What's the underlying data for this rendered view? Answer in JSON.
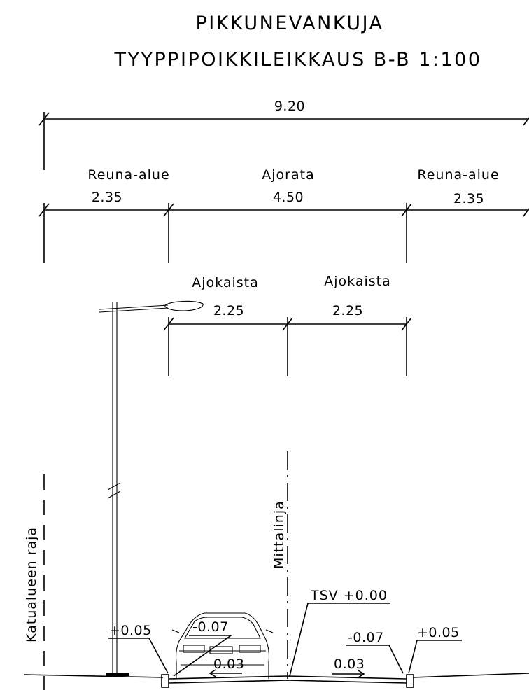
{
  "title": "PIKKUNEVANKUJA",
  "subtitle": "TYYPPIPOIKKILEIKKAUS B-B  1:100",
  "dimensions": {
    "total": "9.20",
    "zones": [
      {
        "label": "Reuna-alue",
        "value": "2.35"
      },
      {
        "label": "Ajorata",
        "value": "4.50"
      },
      {
        "label": "Reuna-alue",
        "value": "2.35"
      }
    ],
    "lanes": [
      {
        "label": "Ajokaista",
        "value": "2.25"
      },
      {
        "label": "Ajokaista",
        "value": "2.25"
      }
    ]
  },
  "annotations": {
    "street_boundary": "Katualueen raja",
    "centerline": "Mittalinja",
    "design_level": "TSV +0.00",
    "left_edge": "+0.05",
    "left_gutter": "-0.07",
    "left_slope": "0.03",
    "right_gutter": "-0.07",
    "right_edge": "+0.05",
    "right_slope": "0.03"
  }
}
